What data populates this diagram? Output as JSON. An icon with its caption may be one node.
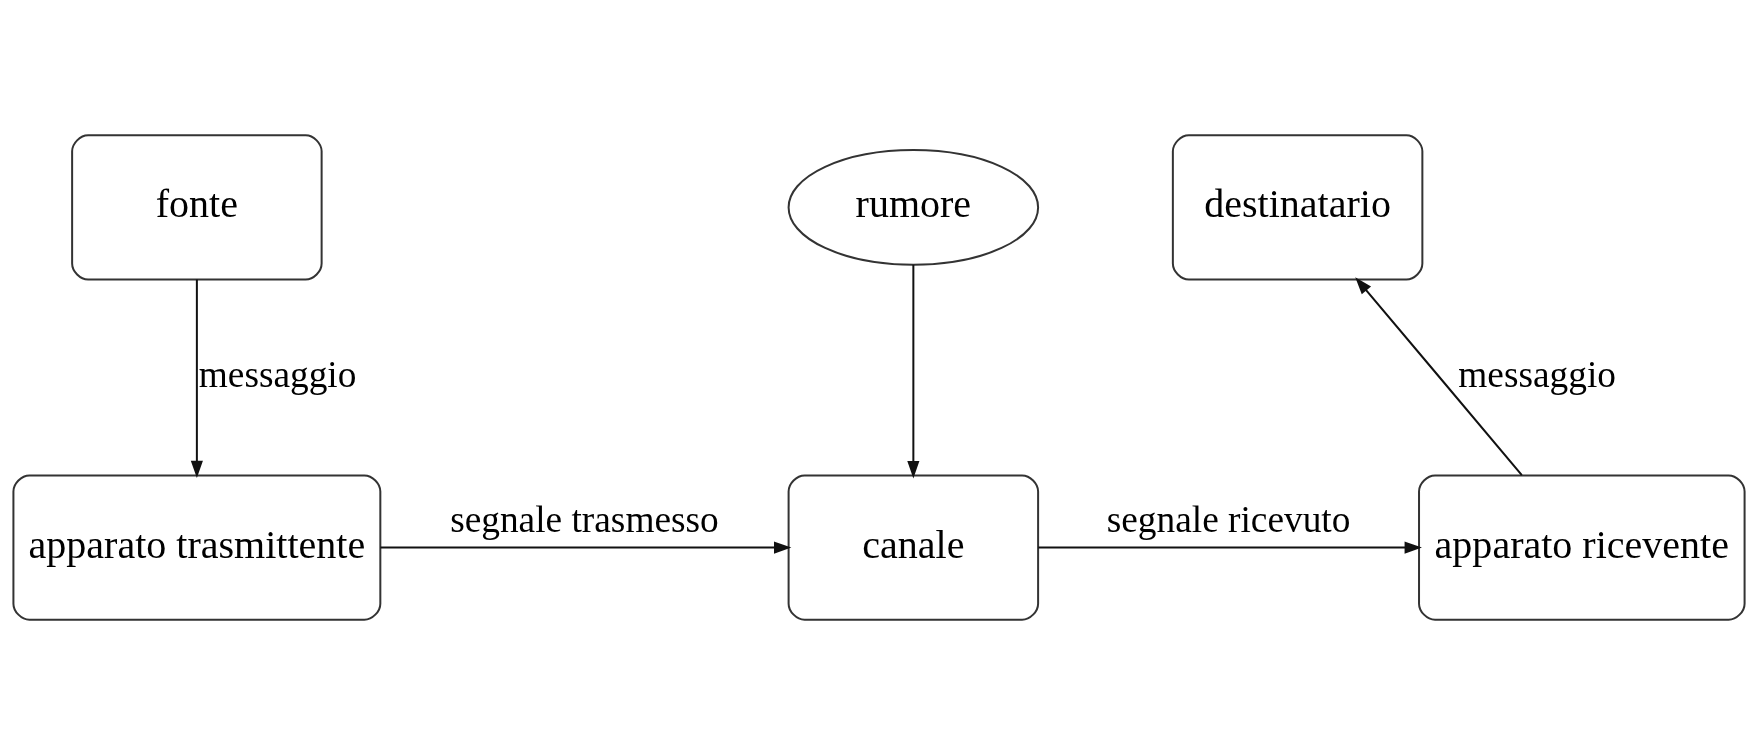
{
  "diagram": {
    "nodes": [
      {
        "text": [
          "fonte"
        ]
      },
      {
        "text": [
          "rumore"
        ]
      },
      {
        "text": [
          "destinatario"
        ]
      },
      {
        "text": [
          "apparato trasmittente"
        ]
      },
      {
        "text": [
          "canale"
        ]
      },
      {
        "text": [
          "apparato ricevente"
        ]
      }
    ],
    "edges": [
      {
        "from": 0,
        "to": 3,
        "arrow": "to",
        "label": "messaggio"
      },
      {
        "from": 3,
        "to": 4,
        "arrow": "to",
        "label": "segnale trasmesso"
      },
      {
        "from": 1,
        "to": 4,
        "arrow": "to"
      },
      {
        "from": 4,
        "to": 5,
        "arrow": "to",
        "label": "segnale ricevuto"
      },
      {
        "from": 5,
        "to": 2,
        "arrow": "to",
        "label": "messaggio"
      }
    ]
  }
}
